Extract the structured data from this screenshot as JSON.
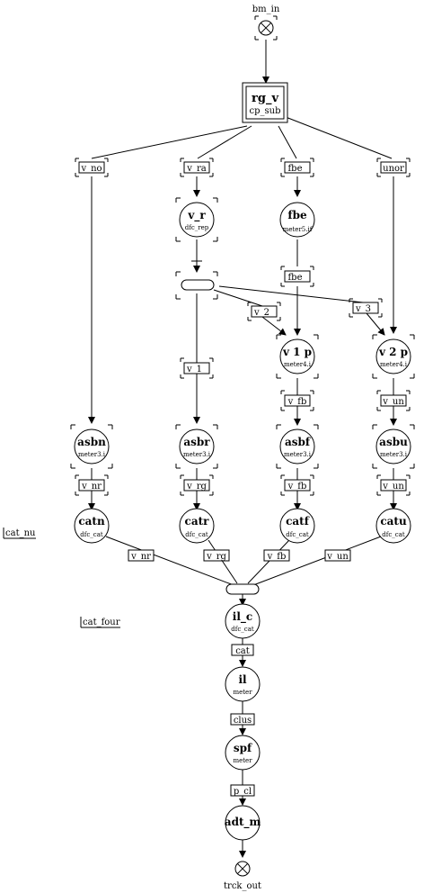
{
  "terminals": {
    "input": {
      "label": "bm_in",
      "icon": "crossed-circle-icon"
    },
    "output": {
      "label": "trck_out",
      "icon": "crossed-circle-icon"
    }
  },
  "root": {
    "name": "rg_v",
    "type": "cp_sub"
  },
  "branch_ports": {
    "no": "v_no",
    "ra": "v_ra",
    "fbe": "fbe_",
    "unor": "unor"
  },
  "nodes": {
    "v_r": {
      "name": "v_r",
      "type": "dfc_rep"
    },
    "fbe": {
      "name": "fbe",
      "type": "meter5.if"
    },
    "v1p": {
      "name": "v 1 p",
      "type": "meter4.i"
    },
    "v2p": {
      "name": "v 2 p",
      "type": "meter4.i"
    },
    "asbn": {
      "name": "asbn",
      "type": "meter3.i"
    },
    "asbr": {
      "name": "asbr",
      "type": "meter3.i"
    },
    "asbf": {
      "name": "asbf",
      "type": "meter3.i"
    },
    "asbu": {
      "name": "asbu",
      "type": "meter3.i"
    },
    "catn": {
      "name": "catn",
      "type": "dfc_cat"
    },
    "catr": {
      "name": "catr",
      "type": "dfc_cat"
    },
    "catf": {
      "name": "catf",
      "type": "dfc_cat"
    },
    "catu": {
      "name": "catu",
      "type": "dfc_cat"
    },
    "il_c": {
      "name": "il_c",
      "type": "dfc_cat"
    },
    "il": {
      "name": "il",
      "type": "meter"
    },
    "spf": {
      "name": "spf",
      "type": "meter"
    },
    "adt_m": {
      "name": "adt_m",
      "type": ""
    }
  },
  "ports": {
    "fbe_out": "fbe_",
    "v_1": "v_1_",
    "v_2": "v_2_",
    "v_3": "v_3_",
    "v_fb_1": "v_fb",
    "v_un_1": "v_un",
    "v_nr_1": "v_nr",
    "v_rg_1": "v_rg",
    "v_fb_2": "v_fb",
    "v_un_2": "v_un",
    "v_nr_2": "v_nr",
    "v_rg_2": "v_rg",
    "v_fb_3": "v_fb",
    "v_un_3": "v_un",
    "cat": "cat",
    "clus": "clus",
    "p_cl": "p_cl"
  },
  "side_labels": {
    "cat_nu": "cat_nu",
    "cat_four": "cat_four"
  }
}
